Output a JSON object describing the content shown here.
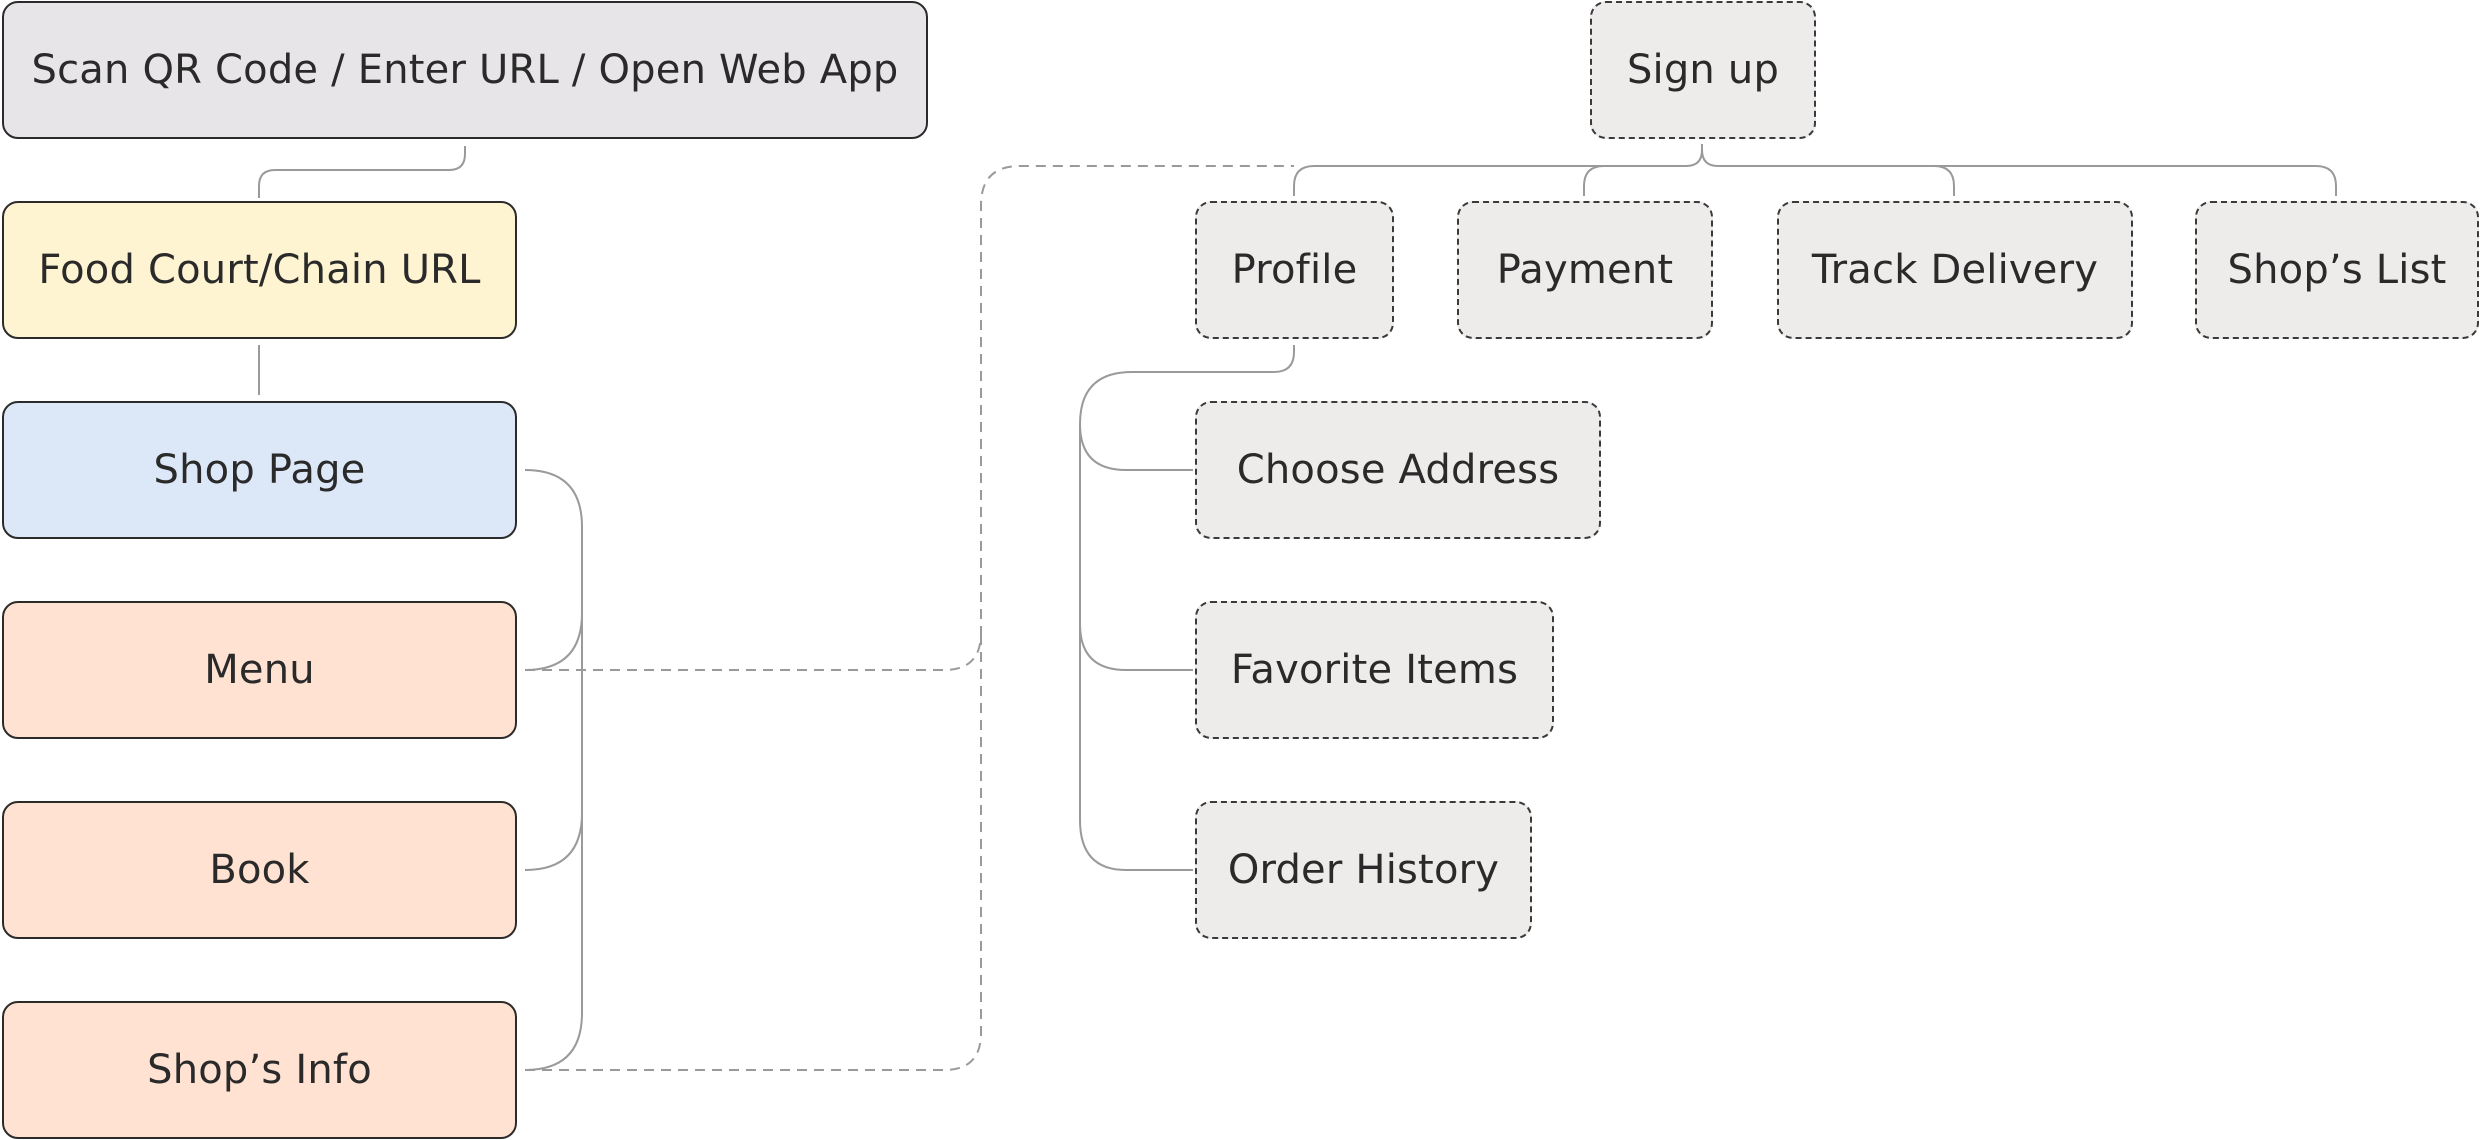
{
  "colors": {
    "grey": "#E7E5E8",
    "dashed_fill": "#EEEBEB",
    "yellow": "#FFF4D1",
    "blue": "#DCE8F7",
    "peach": "#FFE2D2",
    "line": "#9a9a9a"
  },
  "nodes": {
    "entry": "Scan QR Code / Enter URL / Open Web App",
    "food_court": "Food Court/Chain URL",
    "shop_page": "Shop Page",
    "menu": "Menu",
    "book": "Book",
    "shops_info": "Shop’s Info",
    "sign_up": "Sign up",
    "profile": "Profile",
    "payment": "Payment",
    "track_delivery": "Track Delivery",
    "shops_list": "Shop’s List",
    "choose_address": "Choose Address",
    "favorite_items": "Favorite Items",
    "order_history": "Order History"
  }
}
